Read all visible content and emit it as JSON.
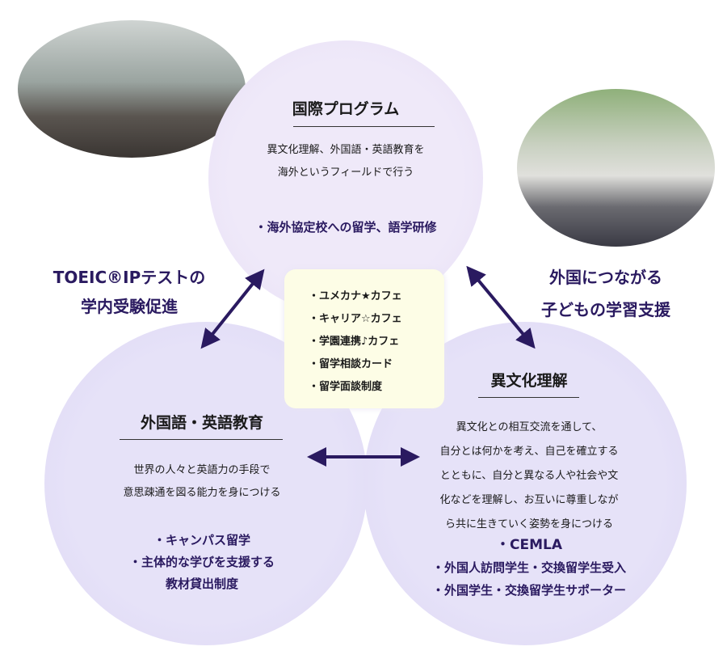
{
  "top": {
    "title": "国際プログラム",
    "desc": [
      "異文化理解、外国語・英語教育を",
      "海外というフィールドで行う"
    ],
    "bullet": "・海外協定校への留学、語学研修"
  },
  "left": {
    "title": "外国語・英語教育",
    "desc": [
      "世界の人々と英語力の手段で",
      "意思疎通を図る能力を身につける"
    ],
    "bullets": [
      "・キャンパス留学",
      "・主体的な学びを支援する",
      "教材貸出制度"
    ]
  },
  "right": {
    "title": "異文化理解",
    "desc": [
      "異文化との相互交流を通して、",
      "自分とは何かを考え、自己を確立する",
      "とともに、自分と異なる人や社会や文",
      "化などを理解し、お互いに尊重しなが",
      "ら共に生きていく姿勢を身につける"
    ],
    "bullets": [
      "・CEMLA",
      "・外国人訪問学生・交換留学生受入",
      "・外国学生・交換留学生サポーター"
    ]
  },
  "center": {
    "items": [
      "・ユメカナ★カフェ",
      "・キャリア☆カフェ",
      "・学園連携♪カフェ",
      "・留学相談カード",
      "・留学面談制度"
    ]
  },
  "side_left": [
    "TOEIC®IPテストの",
    "学内受験促進"
  ],
  "side_right": [
    "外国につながる",
    "子どもの学習支援"
  ],
  "colors": {
    "navy": "#2a1a60",
    "top_circle": "#efe9f9",
    "side_circles": "#e6e2f8",
    "center_box": "#fdfde6"
  }
}
